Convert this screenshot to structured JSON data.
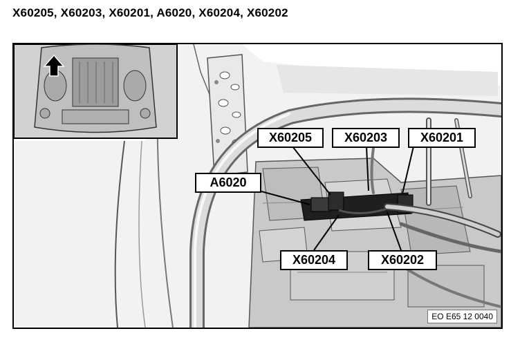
{
  "title": "X60205, X60203, X60201, A6020, X60204, X60202",
  "callouts": {
    "x60205": "X60205",
    "x60203": "X60203",
    "x60201": "X60201",
    "a6020": "A6020",
    "x60204": "X60204",
    "x60202": "X60202"
  },
  "figure_id": "EO E65 12 0040"
}
